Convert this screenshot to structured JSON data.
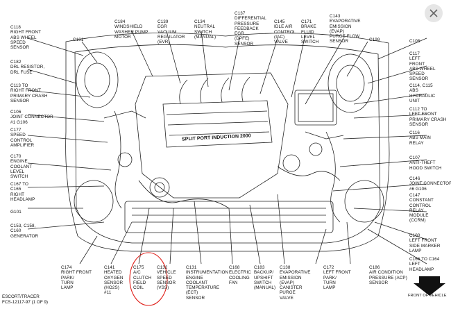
{
  "labels_left": [
    {
      "id": "c118",
      "text": "C118\nRIGHT FRONT\nABS WHEEL\nSPEED\nSENSOR"
    },
    {
      "id": "c101",
      "text": "C101"
    },
    {
      "id": "c182",
      "text": "C182\nDRL RESISTOR,\nDRL FUSE"
    },
    {
      "id": "c113",
      "text": "C113 TO\nRIGHT FRONT\nPRIMARY CRASH\nSENSOR"
    },
    {
      "id": "c106",
      "text": "C106\nJOINT CONNECTOR\n#1 G106"
    },
    {
      "id": "c177",
      "text": "C177\nSPEED\nCONTROL\nAMPLIFIER"
    },
    {
      "id": "c170",
      "text": "C170\nENGINE\nCOOLANT\nLEVEL\nSWITCH"
    },
    {
      "id": "c167",
      "text": "C167 TO\nC165\nRIGHT\nHEADLAMP"
    },
    {
      "id": "g101",
      "text": "G101"
    },
    {
      "id": "c153",
      "text": "C153, C158,\nC160\nGENERATOR"
    }
  ],
  "labels_top": [
    {
      "id": "c184",
      "text": "C184\nWINDSHIELD\nWASHER PUMP\nMOTOR"
    },
    {
      "id": "c139",
      "text": "C139\nEGR\nVACUUM\nREGULATOR\n(EVR)"
    },
    {
      "id": "c134",
      "text": "C134\nNEUTRAL\nSWITCH\n(MANUAL)"
    },
    {
      "id": "c137",
      "text": "C137\nDIFFERENTIAL\nPRESSURE\nFEEDBACK\nEGR\n(DPFE)\nSENSOR"
    },
    {
      "id": "c145",
      "text": "C145\nIDLE AIR\nCONTROL\n(IAC)\nVALVE"
    },
    {
      "id": "c171",
      "text": "C171\nBRAKE\nFLUID\nLEVEL\nSWITCH"
    },
    {
      "id": "c143",
      "text": "C143\nEVAPORATIVE\nEMISSION\n(EVAP)\nPURGE FLOW\nSENSOR"
    },
    {
      "id": "c199",
      "text": "C199"
    }
  ],
  "labels_right": [
    {
      "id": "c105",
      "text": "C105"
    },
    {
      "id": "c117",
      "text": "C117\nLEFT\nFRONT\nABS WHEEL\nSPEED\nSENSOR"
    },
    {
      "id": "c114",
      "text": "C114, C115\nABS\nHYDRAULIC\nUNIT"
    },
    {
      "id": "c112",
      "text": "C112 TO\nLEFT FRONT\nPRIMARY CRASH\nSENSOR"
    },
    {
      "id": "c116",
      "text": "C116\nABS MAIN\nRELAY"
    },
    {
      "id": "c107",
      "text": "C107\nANTI-THEFT\nHOOD SWITCH"
    },
    {
      "id": "c146",
      "text": "C146\nJOINT CONNECTOR\n#6 G106"
    },
    {
      "id": "c147",
      "text": "C147\nCONSTANT\nCONTROL\nRELAY\nMODULE\n(CCRM)"
    },
    {
      "id": "c100",
      "text": "C100\nLEFT FRONT\nSIDE MARKER\nLAMP"
    },
    {
      "id": "c166",
      "text": "C166 TO C164\nLEFT\nHEADLAMP"
    }
  ],
  "labels_bottom": [
    {
      "id": "c174",
      "text": "C174\nRIGHT FRONT\nPARK/\nTURN\nLAMP"
    },
    {
      "id": "c141",
      "text": "C141\nHEATED\nOXYGEN\nSENSOR\n(HO2S)\n#11"
    },
    {
      "id": "c175",
      "text": "C175\nA/C\nCLUTCH\nFIELD\nCOIL"
    },
    {
      "id": "c132",
      "text": "C132\nVEHICLE\nSPEED\nSENSOR\n(VSS)"
    },
    {
      "id": "c131",
      "text": "C131\nINSTRUMENTATION\nENGINE\nCOOLANT\nTEMPERATURE\n(ECT)\nSENSOR"
    },
    {
      "id": "c168",
      "text": "C168\nELECTRIC\nCOOLING\nFAN"
    },
    {
      "id": "c183",
      "text": "C183\nBACKUP/\nUPSHIFT\nSWITCH\n(MANUAL)"
    },
    {
      "id": "c138",
      "text": "C138\nEVAPORATIVE\nEMISSION\n(EVAP)\nCANISTER\nPURGE\nVALVE"
    },
    {
      "id": "c172",
      "text": "C172\nLEFT FRONT\nPARK/\nTURN\nLAMP"
    },
    {
      "id": "c186",
      "text": "C186\nAIR CONDITION\nPRESSURE (ACP)\nSENSOR"
    }
  ],
  "footer": {
    "line1": "ESCORT/TRACER",
    "line2": "FCS-12117-97 (1 OF 9)"
  },
  "engine_plate_text": "SPLIT PORT INDUCTION 2000",
  "front_label": "FRONT OF VEHICLE",
  "highlight_color": "#e0201a",
  "close_icon": "close-icon"
}
